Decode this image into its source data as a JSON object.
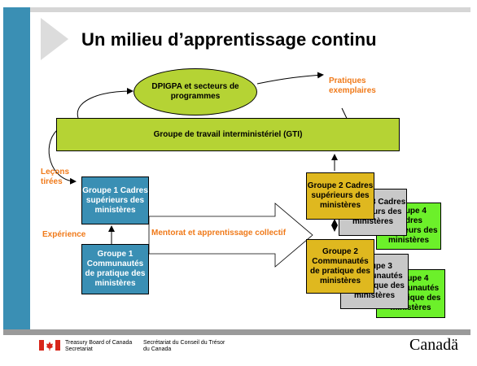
{
  "title": "Un milieu d’apprentissage continu",
  "nodes": {
    "dpigpa": "DPIGPA et secteurs de programmes",
    "gti": "Groupe de travail interministériel (GTI)",
    "g1_cadres": "Groupe 1 Cadres supérieurs des ministères",
    "g1_communautes": "Groupe 1 Communautés de pratique des ministères",
    "g2_cadres": "Groupe 2 Cadres supérieurs des ministères",
    "g3_cadres": "Groupe 3 Cadres supérieurs des ministères",
    "g4_cadres": "Groupe 4 Cadres supérieurs des ministères",
    "g2_communautes": "Groupe 2 Communautés de pratique des ministères",
    "g3_communautes": "Groupe 3 Communautés de pratique des ministères",
    "g4_communautes": "Groupe 4 Communautés de pratique des ministères"
  },
  "labels": {
    "pratiques": "Pratiques exemplaires",
    "lecons": "Leçons tirées",
    "experience": "Expérience",
    "mentorat": "Mentorat et apprentissage collectif"
  },
  "footer": {
    "en": "Treasury Board of Canada Secretariat",
    "fr": "Secrétariat du Conseil du Trésor du Canada",
    "wordmark": "Canadä"
  },
  "colors": {
    "blue_bar": "#3a8fb4",
    "lime": "#b5d334",
    "teal": "#3a8fb4",
    "gold": "#dfb81f",
    "gray": "#c8c8c8",
    "green": "#6cf02a",
    "orange_text": "#f07a1a",
    "flag_red": "#d8261a"
  }
}
